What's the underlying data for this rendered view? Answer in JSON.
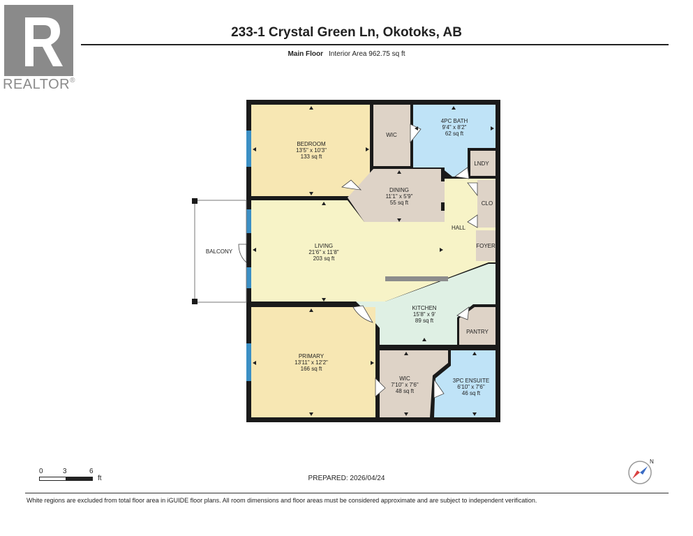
{
  "logo": {
    "text": "REALTOR",
    "mark": "®"
  },
  "header": {
    "address": "233-1 Crystal Green Ln, Okotoks, AB",
    "floor": "Main Floor",
    "interior_area": "Interior Area 962.75 sq ft"
  },
  "rooms": {
    "bedroom": {
      "name": "BEDROOM",
      "dims": "13'5\" x 10'3\"",
      "area": "133 sq ft"
    },
    "wic_top": {
      "name": "WIC"
    },
    "bath4": {
      "name": "4PC BATH",
      "dims": "9'4\" x 8'2\"",
      "area": "62 sq ft"
    },
    "lndy": {
      "name": "LNDY"
    },
    "dining": {
      "name": "DINING",
      "dims": "11'1\" x 5'9\"",
      "area": "55 sq ft"
    },
    "clo": {
      "name": "CLO"
    },
    "hall": {
      "name": "HALL"
    },
    "foyer": {
      "name": "FOYER"
    },
    "balcony": {
      "name": "BALCONY"
    },
    "living": {
      "name": "LIVING",
      "dims": "21'6\" x 11'8\"",
      "area": "203 sq ft"
    },
    "kitchen": {
      "name": "KITCHEN",
      "dims": "15'8\" x 9'",
      "area": "89 sq ft"
    },
    "pantry": {
      "name": "PANTRY"
    },
    "primary": {
      "name": "PRIMARY",
      "dims": "13'11\" x 12'2\"",
      "area": "166 sq ft"
    },
    "wic_bot": {
      "name": "WIC",
      "dims": "7'10\" x 7'6\"",
      "area": "48 sq ft"
    },
    "ensuite": {
      "name": "3PC ENSUITE",
      "dims": "6'10\" x 7'6\"",
      "area": "46 sq ft"
    }
  },
  "colors": {
    "bedroom": "#f7e7b3",
    "wet": "#bfe3f7",
    "utility": "#ded3c7",
    "living": "#f7f3c7",
    "kitchen": "#dff0e4",
    "wall": "#1a1a1a",
    "window": "#3b8fc4"
  },
  "scale": {
    "ticks": [
      "0",
      "3",
      "6"
    ],
    "unit": "ft"
  },
  "prepared": "PREPARED: 2026/04/24",
  "compass": {
    "label": "N",
    "icon": "compass-icon"
  },
  "disclaimer": "White regions are excluded from total floor area in iGUIDE floor plans. All room dimensions and floor areas must be considered approximate and are subject to independent verification."
}
